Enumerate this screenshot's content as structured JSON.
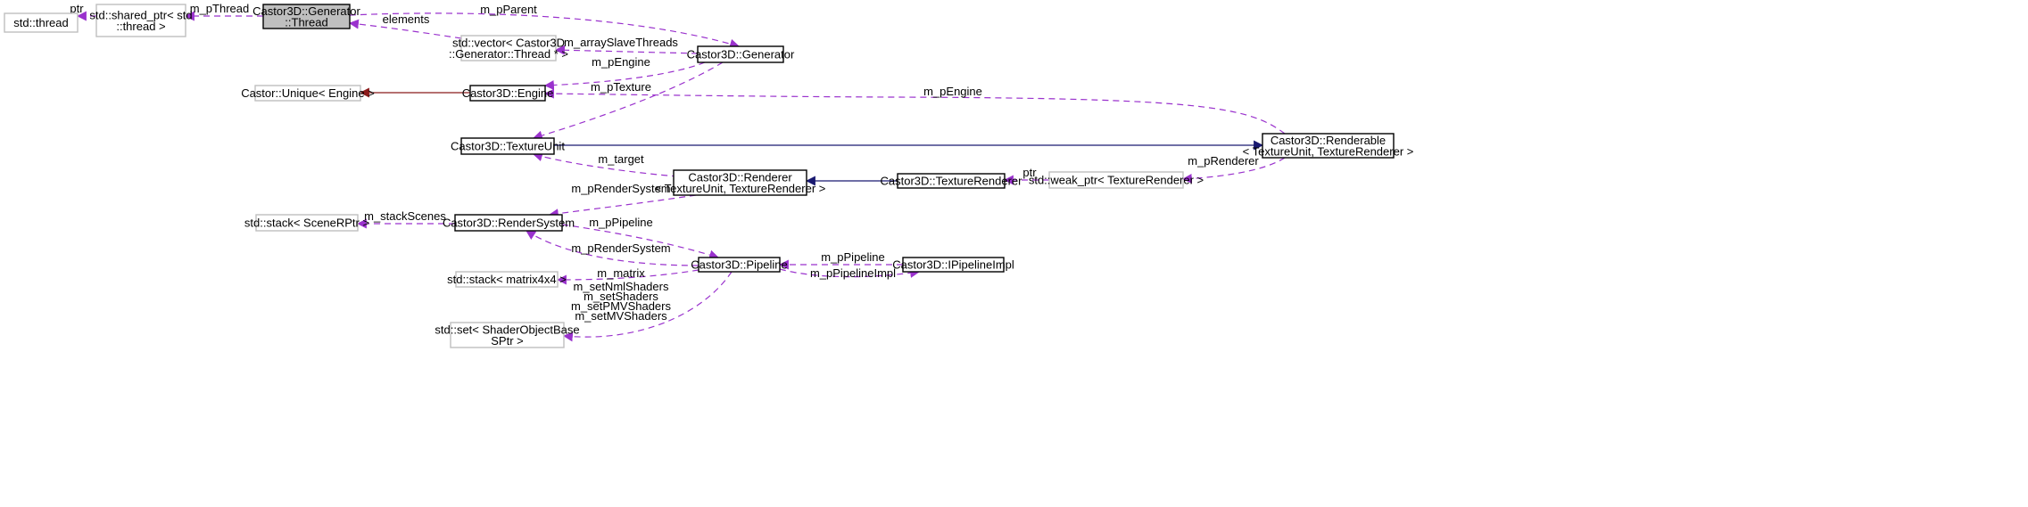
{
  "colors": {
    "usage": "#9a32cd",
    "inheritance": "#191970",
    "template": "#8b1a1a",
    "node_border": "#000000",
    "external_border": "#bfbfbf",
    "focus_fill": "#bfbfbf"
  },
  "nodes": {
    "thread": {
      "lines": [
        "std::thread"
      ]
    },
    "shared_ptr": {
      "lines": [
        "std::shared_ptr< std",
        "::thread >"
      ]
    },
    "generator_thread": {
      "lines": [
        "Castor3D::Generator",
        "::Thread"
      ]
    },
    "vector": {
      "lines": [
        "std::vector< Castor3D",
        "::Generator::Thread * >"
      ]
    },
    "generator": {
      "lines": [
        "Castor3D::Generator"
      ]
    },
    "unique": {
      "lines": [
        "Castor::Unique< Engine >"
      ]
    },
    "engine": {
      "lines": [
        "Castor3D::Engine"
      ]
    },
    "textureunit": {
      "lines": [
        "Castor3D::TextureUnit"
      ]
    },
    "renderable": {
      "lines": [
        "Castor3D::Renderable",
        "< TextureUnit, TextureRenderer >"
      ]
    },
    "renderer": {
      "lines": [
        "Castor3D::Renderer",
        "< TextureUnit, TextureRenderer >"
      ]
    },
    "texturerenderer": {
      "lines": [
        "Castor3D::TextureRenderer"
      ]
    },
    "weak_ptr": {
      "lines": [
        "std::weak_ptr< TextureRenderer >"
      ]
    },
    "stack_scene": {
      "lines": [
        "std::stack< SceneRPtr >"
      ]
    },
    "rendersystem": {
      "lines": [
        "Castor3D::RenderSystem"
      ]
    },
    "pipeline": {
      "lines": [
        "Castor3D::Pipeline"
      ]
    },
    "ipipelineimpl": {
      "lines": [
        "Castor3D::IPipelineImpl"
      ]
    },
    "stack_matrix": {
      "lines": [
        "std::stack< matrix4x4 >"
      ]
    },
    "set_shader": {
      "lines": [
        "std::set< ShaderObjectBase",
        "SPtr >"
      ]
    }
  },
  "edges": {
    "ptr_thread": {
      "lines": [
        "ptr"
      ]
    },
    "m_pThread": {
      "lines": [
        "m_pThread"
      ]
    },
    "m_pParent": {
      "lines": [
        "m_pParent"
      ]
    },
    "elements": {
      "lines": [
        "elements"
      ]
    },
    "m_arraySlaveThreads": {
      "lines": [
        "m_arraySlaveThreads"
      ]
    },
    "m_pEngine_gen": {
      "lines": [
        "m_pEngine"
      ]
    },
    "m_pTexture": {
      "lines": [
        "m_pTexture"
      ]
    },
    "m_pEngine_rend": {
      "lines": [
        "m_pEngine"
      ]
    },
    "unique_engine": {
      "lines": []
    },
    "renderable_textureunit": {
      "lines": []
    },
    "m_target": {
      "lines": [
        "m_target"
      ]
    },
    "renderer_texturerenderer": {
      "lines": []
    },
    "ptr_weak": {
      "lines": [
        "ptr"
      ]
    },
    "m_pRenderer": {
      "lines": [
        "m_pRenderer"
      ]
    },
    "m_pRenderSystem_rend": {
      "lines": [
        "m_pRenderSystem"
      ]
    },
    "m_stackScenes": {
      "lines": [
        "m_stackScenes"
      ]
    },
    "m_pPipeline_rs": {
      "lines": [
        "m_pPipeline"
      ]
    },
    "m_pRenderSystem_pipe": {
      "lines": [
        "m_pRenderSystem"
      ]
    },
    "m_pPipeline_impl": {
      "lines": [
        "m_pPipeline"
      ]
    },
    "m_pPipelineImpl": {
      "lines": [
        "m_pPipelineImpl"
      ]
    },
    "m_matrix": {
      "lines": [
        "m_matrix"
      ]
    },
    "m_shaders": {
      "lines": [
        "m_setNmlShaders",
        "m_setShaders",
        "m_setPMVShaders",
        "m_setMVShaders"
      ]
    }
  }
}
